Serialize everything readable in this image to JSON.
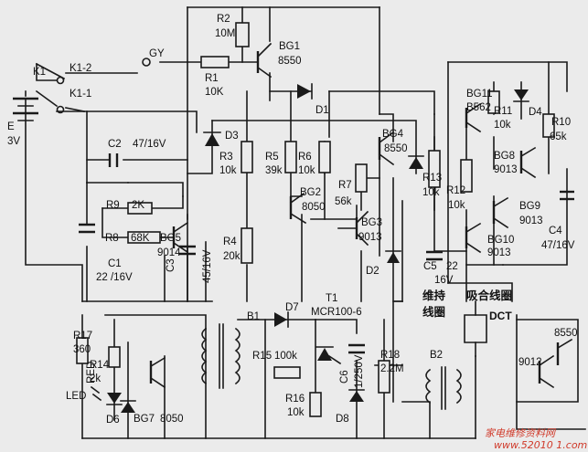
{
  "labels": {
    "r2": "R2",
    "r2v": "10M",
    "bg1": "BG1",
    "bg1t": "8550",
    "gy": "GY",
    "r1": "R1",
    "r1v": "10K",
    "k1": "K1",
    "k12": "K1-2",
    "k11": "K1-1",
    "e": "E",
    "ev": "3V",
    "d1": "D1",
    "d3": "D3",
    "c2": "C2",
    "c2v": "47/16V",
    "r3": "R3",
    "r3v": "10k",
    "r5": "R5",
    "r5v": "39k",
    "r6": "R6",
    "r6v": "10k",
    "bg2": "BG2",
    "bg2t": "8050",
    "r4": "R4",
    "r4v": "20k",
    "r7": "R7",
    "r7v": "56k",
    "bg3": "BG3",
    "bg3t": "9013",
    "d2": "D2",
    "bg4": "BG4",
    "bg4t": "8550",
    "r13": "R13",
    "r13v": "10k",
    "r12": "R12",
    "r12v": "10k",
    "bg11": "BG11",
    "bg11t": "B562",
    "r11": "R11",
    "r11v": "10k",
    "d4": "D4",
    "r10": "R10",
    "r10v": "65k",
    "bg8": "BG8",
    "bg8t": "9013",
    "bg9": "BG9",
    "bg9t": "9013",
    "bg10": "BG10",
    "bg10t": "9013",
    "c4": "C4",
    "c4v": "47/16V",
    "c5": "C5",
    "c5v1": "22",
    "c5v2": "16V",
    "r9": "R9",
    "r9v": "2K",
    "r8": "R8",
    "r8v": "68K",
    "bg5": "BG5",
    "bg5t": "9014",
    "c1": "C1",
    "c1v": "22 /16V",
    "c3": "C3",
    "c3v": "45/16V",
    "hold1": "维持",
    "hold2": "线圈",
    "pull": "吸合线圈",
    "dct": "DCT",
    "r17": "R17",
    "r17v": "360",
    "r14": "R14",
    "r14v": "2k",
    "led": "LED",
    "red": "RED",
    "d6": "D6",
    "bg7": "BG7",
    "bg7t": "8050",
    "b1": "B1",
    "d7": "D7",
    "t1": "T1",
    "t1t": "MCR100-6",
    "r15": "R15",
    "r15v": "100k",
    "r16": "R16",
    "r16v": "10k",
    "c6": "C6",
    "c6v": "1/250V",
    "r18": "R18",
    "r18v": "2.2M",
    "d8": "D8",
    "b2": "B2",
    "t8550": "8550",
    "t9012": "9012",
    "watermark": "家电维修资料网",
    "watermark_url": "www.52010 1.com"
  }
}
